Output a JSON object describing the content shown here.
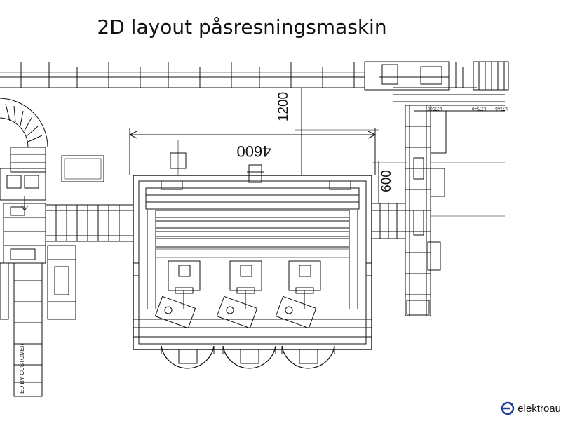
{
  "title": "2D layout påsresningsmaskin",
  "dimensions": {
    "width_top": "4600",
    "height_right": "1200",
    "side_right": "600"
  },
  "side_note": "ED BY CUSTOMER",
  "panel_labels": [
    "L77500",
    "L77540",
    "L77A6"
  ],
  "brand": {
    "name": "elektroau",
    "logo": "elektroautomatik-logo",
    "color": "#1f3f9b"
  },
  "colors": {
    "line": "#111111"
  }
}
